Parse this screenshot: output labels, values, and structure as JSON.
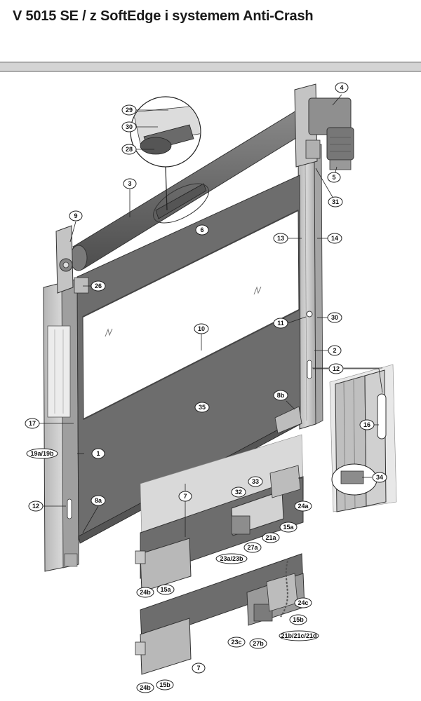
{
  "header": {
    "title": "V 5015 SE / z SoftEdge i systemem Anti-Crash"
  },
  "colors": {
    "curtain": "#6d6d6d",
    "frame": "#c7c7c7",
    "window": "#ffffff",
    "line": "#333333"
  },
  "labels": {
    "l29": "29",
    "l30a": "30",
    "l28": "28",
    "l4": "4",
    "l5": "5",
    "l31": "31",
    "l3": "3",
    "l6": "6",
    "l9": "9",
    "l13": "13",
    "l14": "14",
    "l26": "26",
    "l11": "11",
    "l30b": "30",
    "l10": "10",
    "l2": "2",
    "l12a": "12",
    "l8b": "8b",
    "l35": "35",
    "l16": "16",
    "l17": "17",
    "l19": "19a/19b",
    "l1": "1",
    "l34": "34",
    "l12b": "12",
    "l8a": "8a",
    "l7a": "7",
    "l33": "33",
    "l32": "32",
    "l24a": "24a",
    "l15a1": "15a",
    "l21a": "21a",
    "l27a": "27a",
    "l23": "23a/23b",
    "l24b1": "24b",
    "l15a2": "15a",
    "l24c": "24c",
    "l15b1": "15b",
    "l21bcd": "21b/21c/21d",
    "l23c": "23c",
    "l27b": "27b",
    "l7b": "7",
    "l24b2": "24b",
    "l15b2": "15b"
  }
}
